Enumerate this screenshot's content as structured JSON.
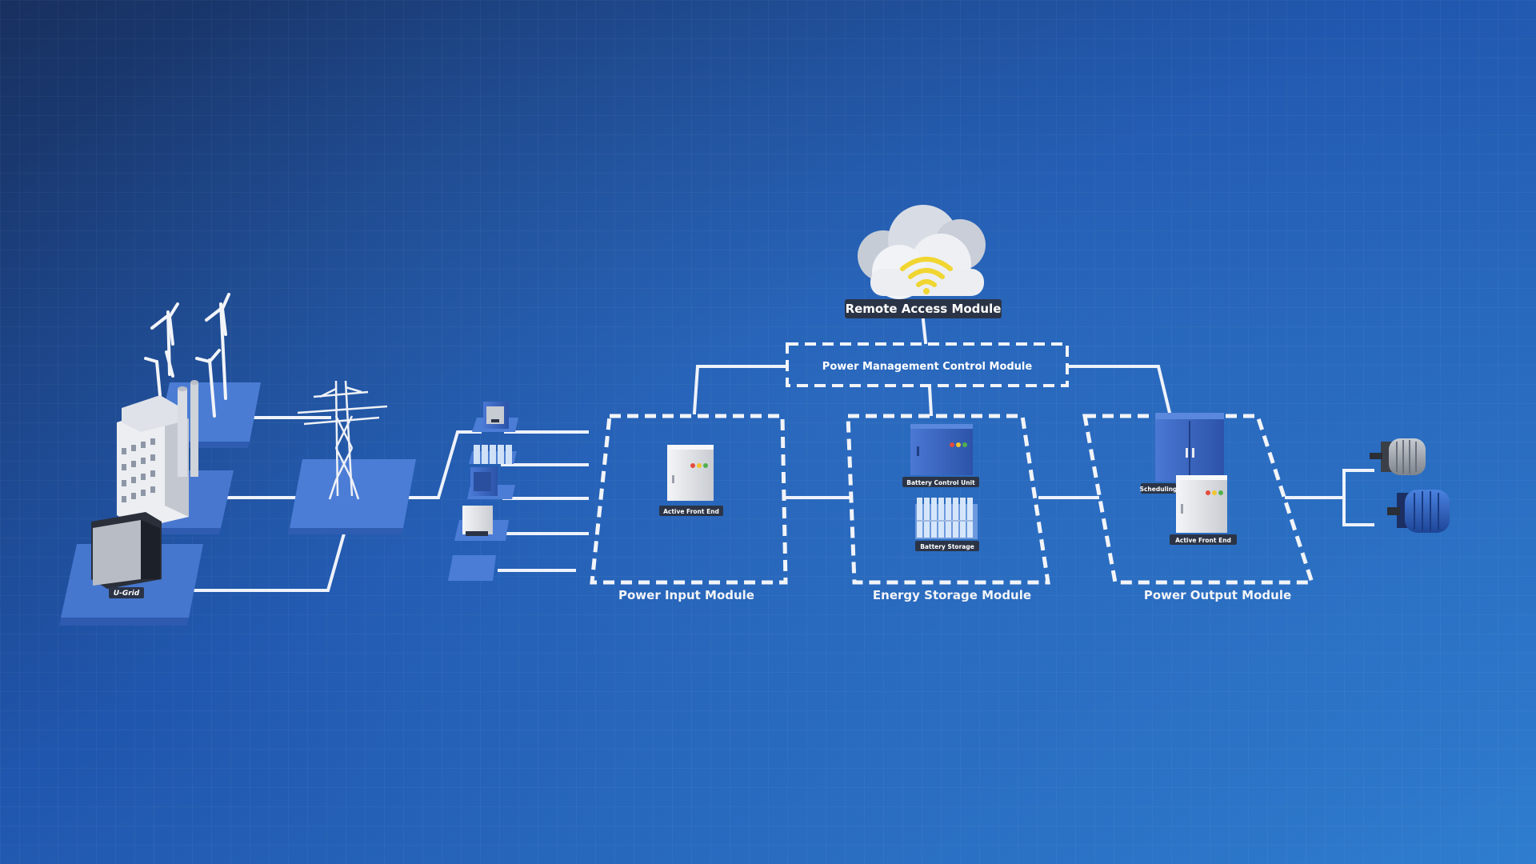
{
  "labels": {
    "remote_access": "Remote Access Module",
    "power_management": "Power Management Control Module",
    "power_input_module": "Power Input Module",
    "energy_storage_module": "Energy Storage Module",
    "power_output_module": "Power Output Module",
    "input_afe": "Active Front End",
    "battery_control_unit": "Battery Control Unit",
    "battery_storage": "Battery Storage",
    "output_afe": "Active Front End",
    "scheduling": "Scheduling",
    "ugrid": "U-Grid"
  },
  "colors": {
    "background_top": "#1a3466",
    "background_bottom": "#2a72c4",
    "platform": "#4a7ad0",
    "line": "#f2f5fb",
    "label_bg": "#2b3446",
    "wifi": "#f3d631",
    "cabinet_blue": "#3a64c2",
    "cabinet_grey": "#e6e8ec"
  },
  "icons": {
    "cloud": "cloud-wifi-icon",
    "wind": "wind-turbine-icon",
    "factory": "factory-icon",
    "tower": "transmission-tower-icon",
    "cabinet": "electrical-cabinet-icon",
    "battery": "battery-bank-icon",
    "motor": "electric-motor-icon"
  }
}
